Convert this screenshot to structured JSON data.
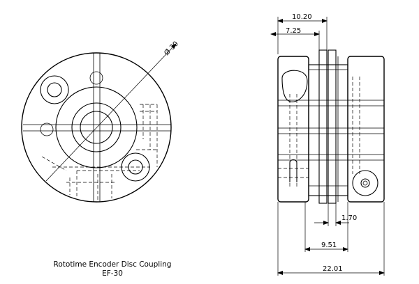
{
  "title": {
    "line1": "Rototime Encoder Disc Coupling",
    "line2": "EF-30"
  },
  "dimensions": {
    "diameter": "Ø 30",
    "top_outer": "10.20",
    "top_inner": "7.25",
    "gap": "1.70",
    "hub": "9.51",
    "total": "22.01"
  }
}
